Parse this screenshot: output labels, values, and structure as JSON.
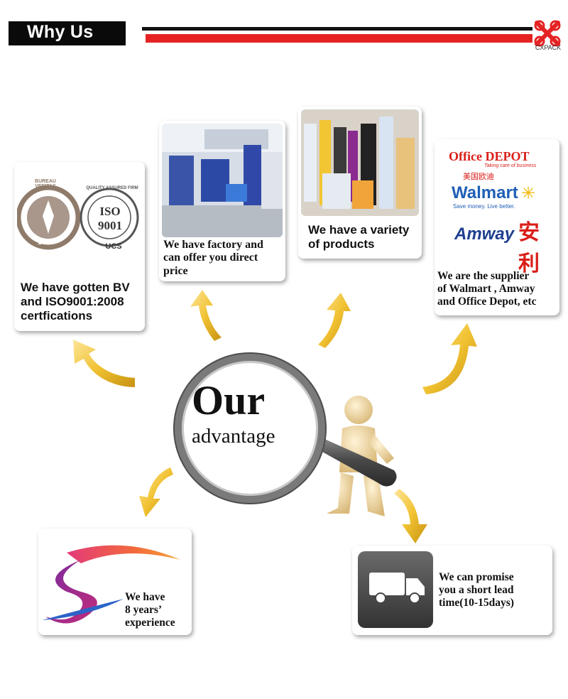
{
  "header": {
    "title": "Why Us",
    "logo_text": "CXPACK"
  },
  "center": {
    "word1": "Our",
    "word2": "advantage"
  },
  "cards": {
    "certification": {
      "caption_line1": "We have gotten BV",
      "caption_line2": "and ISO9001:2008",
      "caption_line3": "certfications",
      "iso_line1": "ISO",
      "iso_line2": "9001",
      "iso_ring": "QUALITY ASSURED FIRM",
      "ucs": "UCS",
      "bv_ring": "BUREAU VERITAS",
      "bv_year": "1828"
    },
    "factory": {
      "caption_line1": "We have factory and",
      "caption_line2": "can offer you direct",
      "caption_line3": "price"
    },
    "products": {
      "caption_line1": "We have a variety",
      "caption_line2": "of products"
    },
    "supplier": {
      "caption_line1": "We are the supplier",
      "caption_line2": "of Walmart , Amway",
      "caption_line3": "and Office Depot, etc",
      "office_depot": "Office DEPOT",
      "office_tag": "Taking care of business",
      "office_cn": "美国欧迪",
      "walmart": "Walmart",
      "walmart_tag": "Save money. Live better.",
      "amway": "Amway",
      "amway_cn": "安利"
    },
    "experience": {
      "caption_line1": "We have",
      "caption_line2": "8 years’",
      "caption_line3": "experience"
    },
    "leadtime": {
      "caption_line1": "We can promise",
      "caption_line2": "you a short lead",
      "caption_line3": "time(10-15days)"
    }
  },
  "colors": {
    "red": "#e52323",
    "arrow": "#f1c232",
    "arrow_dark": "#c79212",
    "figure": "#f1dcae"
  }
}
